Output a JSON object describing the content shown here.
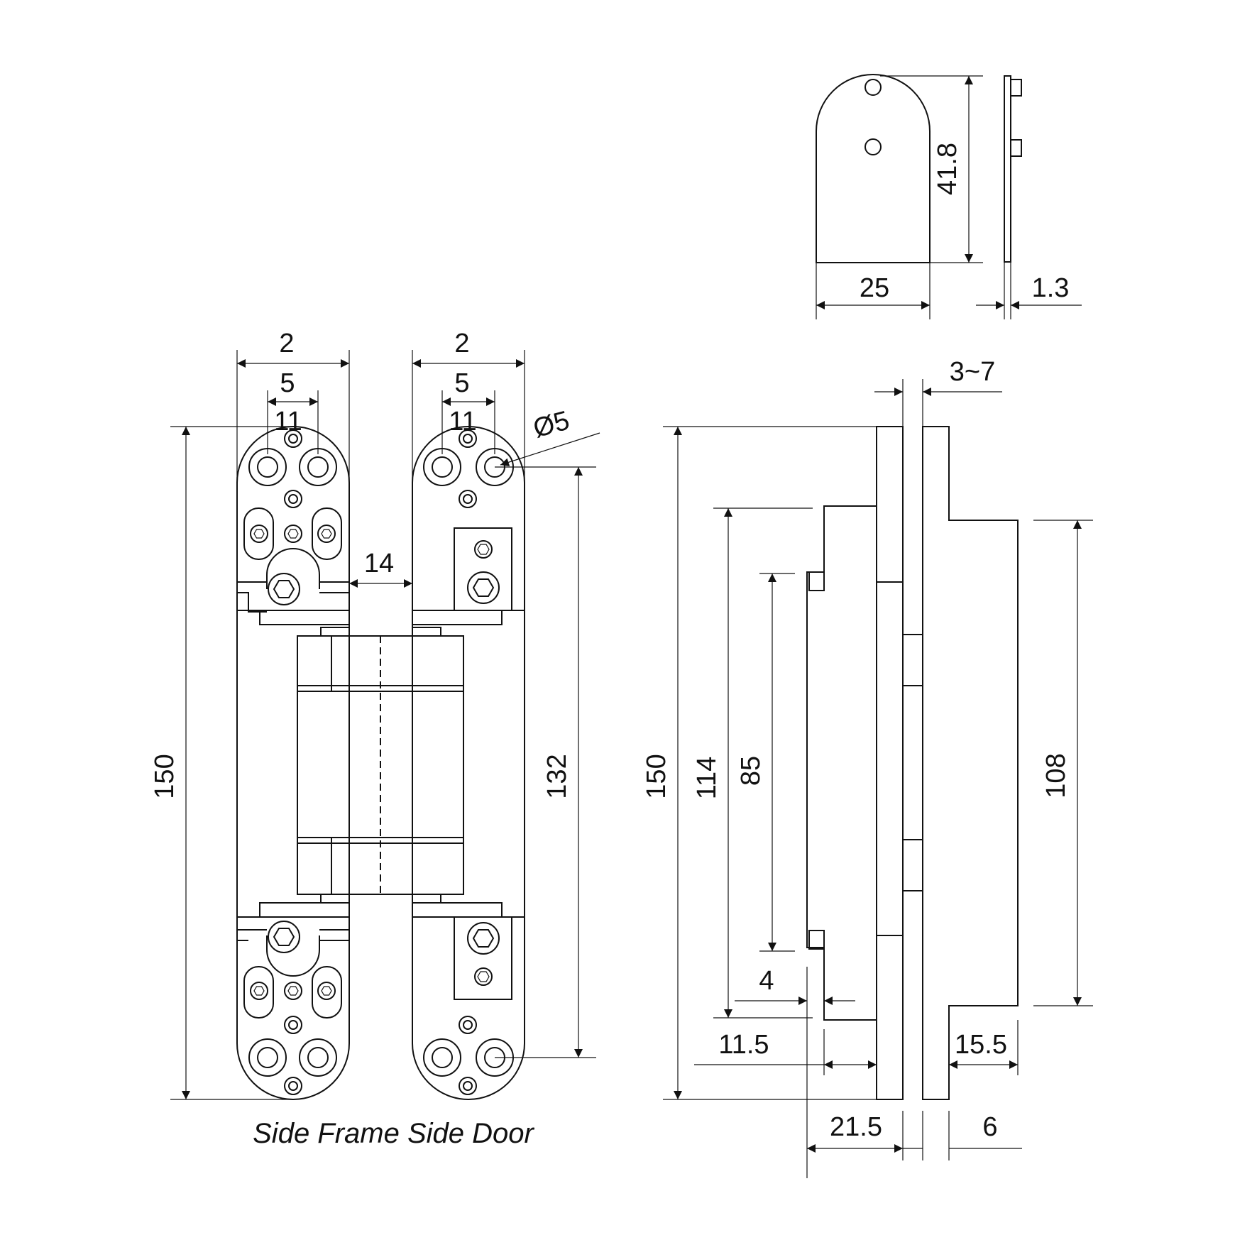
{
  "dims": {
    "cover_height": "41.8",
    "cover_width": "25",
    "cover_thickness": "1.3",
    "front_width_left": "2",
    "front_width_right": "2",
    "hole_spacing_left": "5",
    "hole_spacing_right": "5",
    "hole_offset_left": "11",
    "hole_offset_right": "11",
    "hole_diameter": "Ø5",
    "body_gap": "14",
    "overall_height_front": "150",
    "screw_span": "132",
    "door_gap": "3~7",
    "overall_height_side": "150",
    "frame_body_height": "114",
    "frame_recess_height": "85",
    "door_body_height": "108",
    "offset_4": "4",
    "depth_11_5": "11.5",
    "depth_15_5": "15.5",
    "depth_21_5": "21.5",
    "plate_6": "6"
  },
  "caption": "Side Frame Side Door"
}
